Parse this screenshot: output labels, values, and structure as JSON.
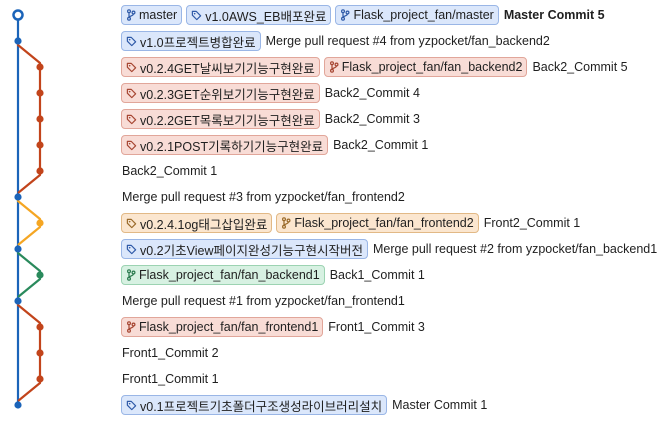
{
  "colors": {
    "blue": "#1b64b9",
    "red": "#c2441b",
    "orange": "#f5a623",
    "green": "#2a8a5c"
  },
  "commits": [
    {
      "refs": [
        {
          "kind": "branch",
          "label": "master",
          "color": "blue"
        },
        {
          "kind": "tag",
          "label": "v1.0AWS_EB배포완료",
          "color": "blue"
        },
        {
          "kind": "branch",
          "label": "Flask_project_fan/master",
          "color": "blue"
        }
      ],
      "message": "Master Commit 5",
      "bold": true
    },
    {
      "refs": [
        {
          "kind": "tag",
          "label": "v1.0프로젝트병합완료",
          "color": "blue"
        }
      ],
      "message": "Merge pull request #4 from yzpocket/fan_backend2"
    },
    {
      "refs": [
        {
          "kind": "tag",
          "label": "v0.2.4GET날씨보기기능구현완료",
          "color": "red"
        },
        {
          "kind": "branch",
          "label": "Flask_project_fan/fan_backend2",
          "color": "red"
        }
      ],
      "message": "Back2_Commit 5"
    },
    {
      "refs": [
        {
          "kind": "tag",
          "label": "v0.2.3GET순위보기기능구현완료",
          "color": "red"
        }
      ],
      "message": "Back2_Commit 4"
    },
    {
      "refs": [
        {
          "kind": "tag",
          "label": "v0.2.2GET목록보기기능구현완료",
          "color": "red"
        }
      ],
      "message": "Back2_Commit 3"
    },
    {
      "refs": [
        {
          "kind": "tag",
          "label": "v0.2.1POST기록하기기능구현완료",
          "color": "red"
        }
      ],
      "message": "Back2_Commit 1"
    },
    {
      "refs": [],
      "message": "Back2_Commit 1"
    },
    {
      "refs": [],
      "message": "Merge pull request #3 from yzpocket/fan_frontend2"
    },
    {
      "refs": [
        {
          "kind": "tag",
          "label": "v0.2.4.1og태그삽입완료",
          "color": "orange"
        },
        {
          "kind": "branch",
          "label": "Flask_project_fan/fan_frontend2",
          "color": "orange"
        }
      ],
      "message": "Front2_Commit 1"
    },
    {
      "refs": [
        {
          "kind": "tag",
          "label": "v0.2기초View페이지완성기능구현시작버전",
          "color": "blue"
        }
      ],
      "message": "Merge pull request #2 from yzpocket/fan_backend1"
    },
    {
      "refs": [
        {
          "kind": "branch",
          "label": "Flask_project_fan/fan_backend1",
          "color": "green"
        }
      ],
      "message": "Back1_Commit 1"
    },
    {
      "refs": [],
      "message": "Merge pull request #1 from yzpocket/fan_frontend1"
    },
    {
      "refs": [
        {
          "kind": "branch",
          "label": "Flask_project_fan/fan_frontend1",
          "color": "red"
        }
      ],
      "message": "Front1_Commit 3"
    },
    {
      "refs": [],
      "message": "Front1_Commit 2"
    },
    {
      "refs": [],
      "message": "Front1_Commit 1"
    },
    {
      "refs": [
        {
          "kind": "tag",
          "label": "v0.1프로젝트기초폴더구조생성라이브러리설치",
          "color": "blue"
        }
      ],
      "message": "Master Commit 1"
    }
  ],
  "graph": {
    "nodes": [
      {
        "row": 0,
        "lane": 0,
        "color": "blue",
        "head": true
      },
      {
        "row": 1,
        "lane": 0,
        "color": "blue"
      },
      {
        "row": 2,
        "lane": 1,
        "color": "red"
      },
      {
        "row": 3,
        "lane": 1,
        "color": "red"
      },
      {
        "row": 4,
        "lane": 1,
        "color": "red"
      },
      {
        "row": 5,
        "lane": 1,
        "color": "red"
      },
      {
        "row": 6,
        "lane": 1,
        "color": "red"
      },
      {
        "row": 7,
        "lane": 0,
        "color": "blue"
      },
      {
        "row": 8,
        "lane": 1,
        "color": "orange"
      },
      {
        "row": 9,
        "lane": 0,
        "color": "blue"
      },
      {
        "row": 10,
        "lane": 1,
        "color": "green"
      },
      {
        "row": 11,
        "lane": 0,
        "color": "blue"
      },
      {
        "row": 12,
        "lane": 1,
        "color": "red"
      },
      {
        "row": 13,
        "lane": 1,
        "color": "red"
      },
      {
        "row": 14,
        "lane": 1,
        "color": "red"
      },
      {
        "row": 15,
        "lane": 0,
        "color": "blue"
      }
    ],
    "branches": [
      {
        "color": "blue",
        "points": [
          [
            0,
            0
          ],
          [
            15,
            0
          ]
        ]
      },
      {
        "color": "red",
        "points": [
          [
            1,
            0
          ],
          [
            2,
            1
          ],
          [
            6,
            1
          ],
          [
            7,
            0
          ]
        ]
      },
      {
        "color": "orange",
        "points": [
          [
            7,
            0
          ],
          [
            8,
            1
          ],
          [
            9,
            0
          ]
        ]
      },
      {
        "color": "green",
        "points": [
          [
            9,
            0
          ],
          [
            10,
            1
          ],
          [
            11,
            0
          ]
        ]
      },
      {
        "color": "red",
        "points": [
          [
            11,
            0
          ],
          [
            12,
            1
          ],
          [
            14,
            1
          ],
          [
            15,
            0
          ]
        ]
      }
    ]
  }
}
